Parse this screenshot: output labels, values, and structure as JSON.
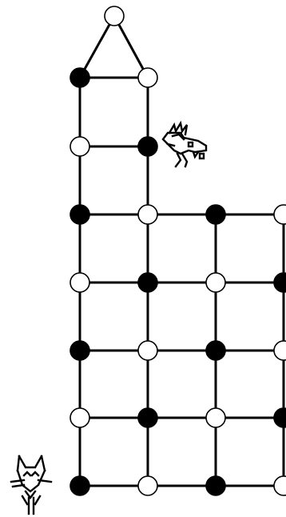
{
  "board": {
    "colors": {
      "line": "#000000",
      "black_node": "#000000",
      "white_node": "#ffffff",
      "background": "#ffffff"
    },
    "nodes": [
      {
        "id": "apex",
        "color": "white"
      },
      {
        "id": "r1c0",
        "color": "black"
      },
      {
        "id": "r1c1",
        "color": "white"
      },
      {
        "id": "r2c0",
        "color": "white"
      },
      {
        "id": "r2c1",
        "color": "black"
      },
      {
        "id": "r3c0",
        "color": "black"
      },
      {
        "id": "r3c1",
        "color": "white"
      },
      {
        "id": "r3c2",
        "color": "black"
      },
      {
        "id": "r3c3",
        "color": "white"
      },
      {
        "id": "r4c0",
        "color": "white"
      },
      {
        "id": "r4c1",
        "color": "black"
      },
      {
        "id": "r4c2",
        "color": "white"
      },
      {
        "id": "r4c3",
        "color": "black"
      },
      {
        "id": "r5c0",
        "color": "black"
      },
      {
        "id": "r5c1",
        "color": "white"
      },
      {
        "id": "r5c2",
        "color": "black"
      },
      {
        "id": "r5c3",
        "color": "white"
      },
      {
        "id": "r6c0",
        "color": "white"
      },
      {
        "id": "r6c1",
        "color": "black"
      },
      {
        "id": "r6c2",
        "color": "white"
      },
      {
        "id": "r6c3",
        "color": "black"
      },
      {
        "id": "r7c0",
        "color": "black"
      },
      {
        "id": "r7c1",
        "color": "white"
      },
      {
        "id": "r7c2",
        "color": "black"
      },
      {
        "id": "r7c3",
        "color": "white"
      }
    ],
    "pieces": [
      {
        "id": "dragon",
        "icon": "dragon-icon",
        "on_node": "r2c1"
      },
      {
        "id": "cat",
        "icon": "cat-icon",
        "on_node": "r7c0"
      }
    ]
  }
}
